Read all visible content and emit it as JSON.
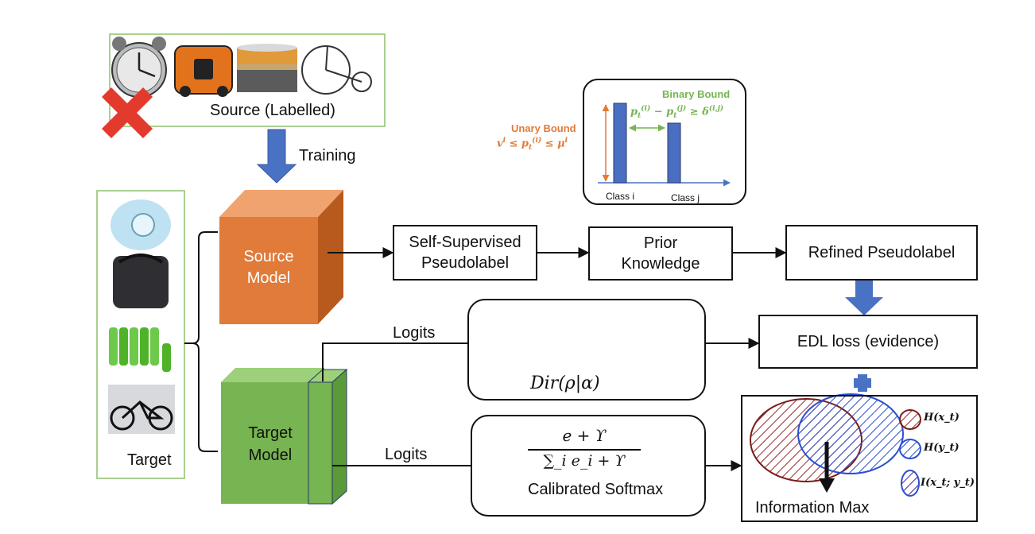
{
  "source": {
    "label": "Source (Labelled)",
    "images": [
      "alarm-clock",
      "backpack",
      "battery",
      "bicycle"
    ],
    "cross_icon": "red-x"
  },
  "training_label": "Training",
  "target": {
    "label": "Target",
    "images": [
      "alarm-clock",
      "backpack",
      "batteries",
      "bicycle"
    ]
  },
  "source_model": {
    "line1": "Source",
    "line2": "Model",
    "color": "#e07b3a"
  },
  "target_model": {
    "line1": "Target",
    "line2": "Model",
    "color": "#77b452"
  },
  "pipeline": {
    "self_supervised": [
      "Self-Supervised",
      "Pseudolabel"
    ],
    "prior_knowledge": [
      "Prior",
      "Knowledge"
    ],
    "refined": "Refined Pseudolabel",
    "edl_loss": "EDL loss (evidence)",
    "logits_top": "Logits",
    "logits_bottom": "Logits"
  },
  "bounds": {
    "unary_title": "Unary Bound",
    "unary_formula": "v^i ≤ p_t^(i) ≤ μ^i",
    "binary_title": "Binary Bound",
    "binary_formula": "p_t^(i) − p_t^(j) ≥ δ^(i,j)",
    "class_i": "Class i",
    "class_j": "Class j",
    "unary_color": "#e07b3a",
    "binary_color": "#77b452"
  },
  "dirichlet": {
    "formula": "Dir(ρ|α)"
  },
  "softmax": {
    "numerator": "e + ϒ",
    "denominator": "∑_i e_i + ϒ",
    "caption": "Calibrated Softmax"
  },
  "info_max": {
    "caption": "Information Max",
    "legend": [
      "H(x_t)",
      "H(y_t)",
      "I(x_t; y_t)"
    ]
  },
  "arrow_color": "#4a72c4"
}
